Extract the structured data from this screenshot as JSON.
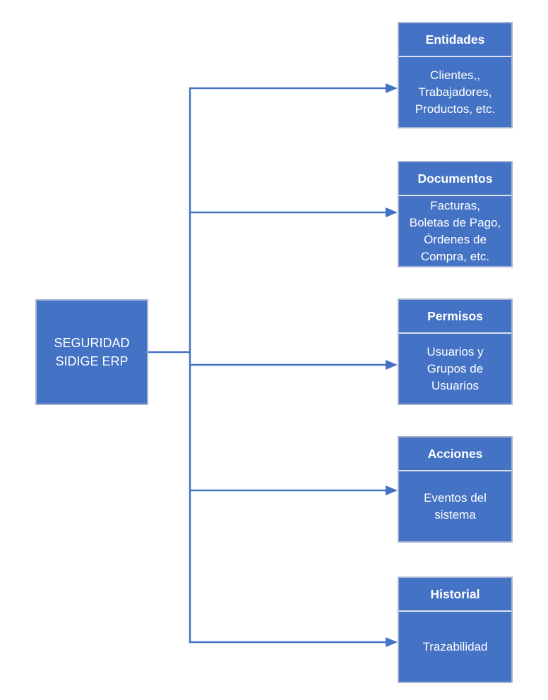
{
  "diagram": {
    "root_node": {
      "label": "SEGURIDAD\nSIDIGE ERP"
    },
    "nodes": [
      {
        "id": "entidades",
        "title": "Entidades",
        "body": "Clientes,,\nTrabajadores,\nProductos, etc."
      },
      {
        "id": "documentos",
        "title": "Documentos",
        "body": "Facturas,\nBoletas de Pago,\nÓrdenes de\nCompra, etc."
      },
      {
        "id": "permisos",
        "title": "Permisos",
        "body": "Usuarios y\nGrupos de\nUsuarios"
      },
      {
        "id": "acciones",
        "title": "Acciones",
        "body": "Eventos del\nsistema"
      },
      {
        "id": "historial",
        "title": "Historial",
        "body": "Trazabilidad"
      }
    ],
    "connections": [
      {
        "from": "SEGURIDAD SIDIGE ERP",
        "to": "Entidades"
      },
      {
        "from": "SEGURIDAD SIDIGE ERP",
        "to": "Documentos"
      },
      {
        "from": "SEGURIDAD SIDIGE ERP",
        "to": "Permisos"
      },
      {
        "from": "SEGURIDAD SIDIGE ERP",
        "to": "Acciones"
      },
      {
        "from": "SEGURIDAD SIDIGE ERP",
        "to": "Historial"
      }
    ],
    "colors": {
      "node_fill": "#4472C4",
      "node_border": "#A8B3D2",
      "divider": "#DCE2EF",
      "connector": "#4472C4",
      "text": "#FFFFFF",
      "background": "#FFFFFF"
    }
  }
}
